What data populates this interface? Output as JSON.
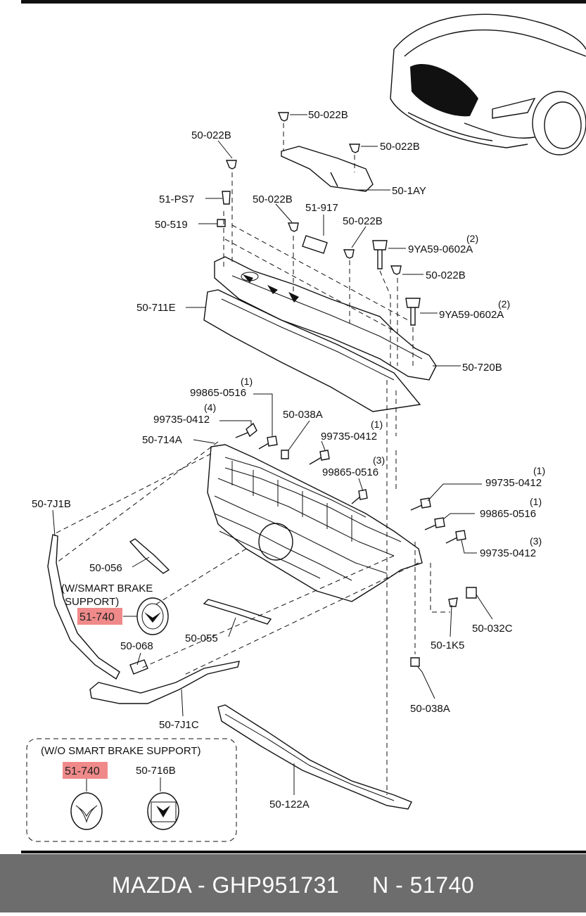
{
  "labels": {
    "l01": "50-022B",
    "l02": "50-022B",
    "l03": "50-022B",
    "l04": "50-1AY",
    "l05": "51-PS7",
    "l06": "50-022B",
    "l07": "51-917",
    "l08": "50-519",
    "l09": "50-022B",
    "l10": "9YA59-0602A",
    "l11": "50-022B",
    "l12": "50-711E",
    "l13": "9YA59-0602A",
    "l14": "50-720B",
    "l15": "99865-0516",
    "l16": "50-038A",
    "l17": "99735-0412",
    "l18": "50-714A",
    "l19": "99735-0412",
    "l20": "99865-0516",
    "l21": "50-7J1B",
    "l22": "99735-0412",
    "l23": "99865-0516",
    "l24": "99735-0412",
    "l25": "50-056",
    "l26": "51-740",
    "l27": "50-032C",
    "l28": "50-068",
    "l29": "50-055",
    "l30": "50-1K5",
    "l31": "50-038A",
    "l32": "50-7J1C",
    "l33": "51-740",
    "l34": "50-716B",
    "l35": "50-122A"
  },
  "quantities": {
    "q10": "(2)",
    "q13": "(2)",
    "q15": "(1)",
    "q17": "(4)",
    "q19": "(1)",
    "q20": "(3)",
    "q22": "(1)",
    "q23": "(1)",
    "q24": "(3)"
  },
  "notes": {
    "smart_line1": "(W/SMART BRAKE",
    "smart_line2": "SUPPORT)",
    "without_smart": "(W/O SMART BRAKE SUPPORT)"
  },
  "highlight_color": "#f08a8a",
  "footer": {
    "text": "MAZDA - GHP951731     N - 51740"
  }
}
